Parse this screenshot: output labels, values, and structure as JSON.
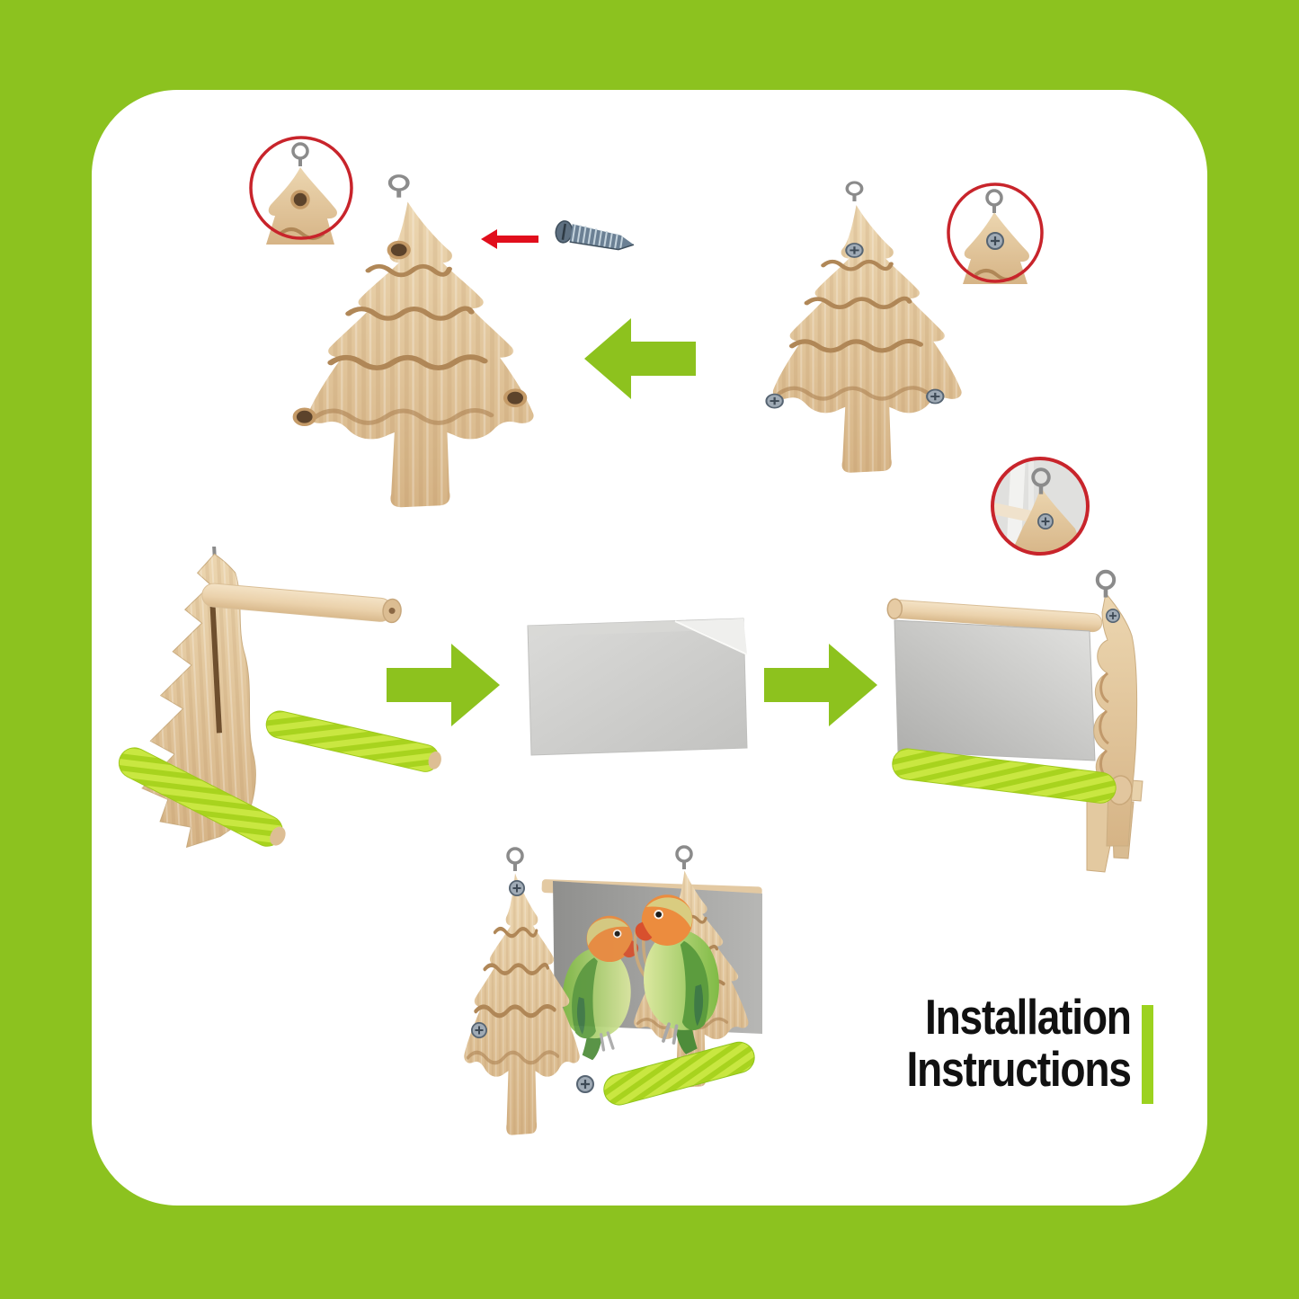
{
  "title": {
    "line1": "Installation",
    "line2": "Instructions"
  },
  "colors": {
    "frame_green": "#8CC21F",
    "panel_white": "#FFFFFF",
    "arrow_green": "#8DC21E",
    "accent_bar_green": "#9CD21F",
    "highlight_ring_red": "#C8242B",
    "pointer_arrow_red": "#E10E1C",
    "text_black": "#111111",
    "wood_light": "#ECD6B0",
    "wood_dark": "#D6B486",
    "wood_groove_brown": "#B08757",
    "rope_chartreuse": "#C9E741",
    "rope_shadow_green": "#A8D31E",
    "mirror_gray": "#C9C9C7",
    "mirror_dark_gray": "#8F8F8D",
    "metal_screw_gray": "#9FAAB5",
    "hook_wire_gray": "#8B8B8B",
    "bird_body_green": "#7FBA45",
    "bird_face_orange": "#EC8C3E",
    "bird_beak_red": "#D8502E"
  },
  "figures": {
    "detail_circles": [
      {
        "name": "tree-top-hanging-hole-detail"
      },
      {
        "name": "tree-top-screw-installed-detail"
      },
      {
        "name": "hanging-hook-mounted-detail"
      }
    ],
    "arrows": [
      {
        "name": "red-pointer-arrow",
        "direction": "left"
      },
      {
        "name": "green-step-arrow",
        "direction": "left"
      },
      {
        "name": "green-step-arrow",
        "direction": "right"
      },
      {
        "name": "green-step-arrow",
        "direction": "right"
      }
    ],
    "objects": [
      {
        "name": "wooden-tree-panel-with-hanging-hole"
      },
      {
        "name": "self-tapping-screw"
      },
      {
        "name": "wooden-tree-panel-with-screw-installed"
      },
      {
        "name": "tree-side-panel-with-wood-and-rope-perches"
      },
      {
        "name": "acrylic-mirror-sheet-with-protective-film"
      },
      {
        "name": "mirror-mounted-on-tree-stand"
      },
      {
        "name": "assembled-bird-swing-with-two-lovebirds"
      }
    ]
  }
}
